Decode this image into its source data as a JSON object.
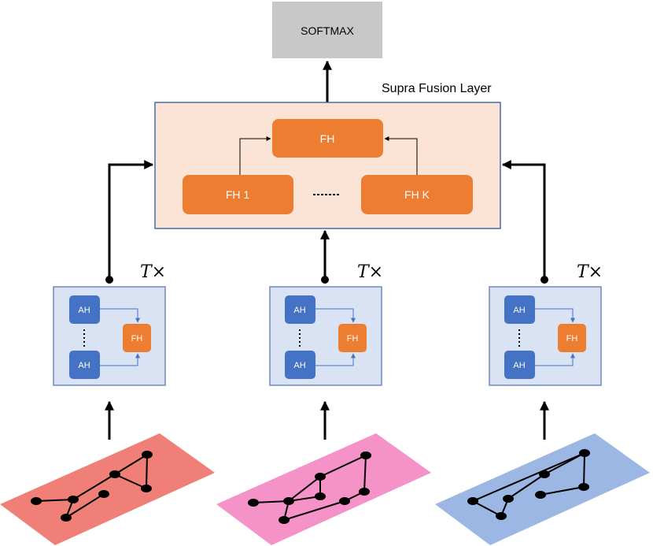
{
  "softmax": {
    "label": "SOFTMAX"
  },
  "fusion_layer": {
    "title": "Supra Fusion Layer",
    "top_head": "FH",
    "first_head": "FH 1",
    "last_head": "FH K",
    "colors": {
      "fill": "#fbe4d5",
      "border": "#4a6aa8",
      "head": "#ed7d31"
    }
  },
  "blocks": [
    {
      "repeat": "T×",
      "attention_head_top": "AH",
      "attention_head_bottom": "AH",
      "fusion_head": "FH"
    },
    {
      "repeat": "T×",
      "attention_head_top": "AH",
      "attention_head_bottom": "AH",
      "fusion_head": "FH"
    },
    {
      "repeat": "T×",
      "attention_head_top": "AH",
      "attention_head_bottom": "AH",
      "fusion_head": "FH"
    }
  ],
  "graph_layers": [
    {
      "color": "#f07f77"
    },
    {
      "color": "#f592c8"
    },
    {
      "color": "#9db7e4"
    }
  ],
  "colors": {
    "softmax": "#c8c8c8",
    "attention_head": "#4472c4",
    "block_fill": "#dae3f3",
    "block_border": "#7088bb",
    "arrow": "#000000"
  }
}
